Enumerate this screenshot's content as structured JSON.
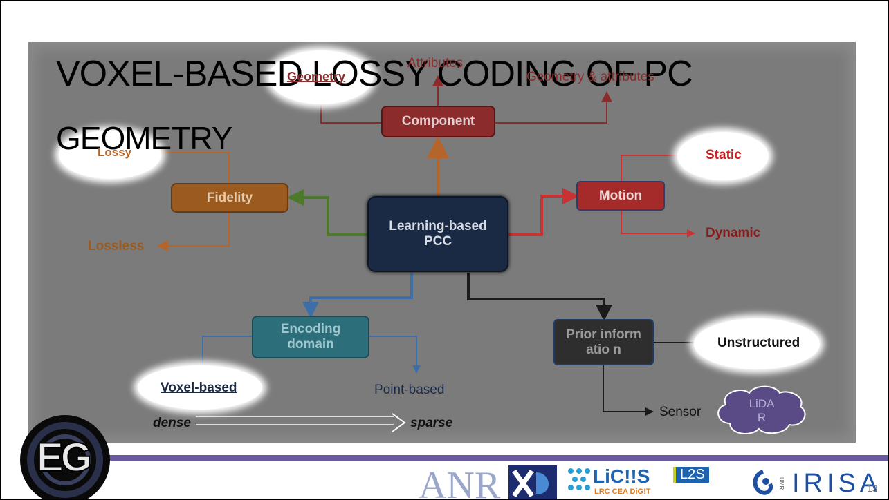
{
  "title_line1": "VOXEL-BASED LOSSY CODING OF PC",
  "title_line2": "GEOMETRY",
  "center": "Learning-based PCC",
  "nodes": {
    "component": "Component",
    "fidelity": "Fidelity",
    "motion": "Motion",
    "encoding": "Encoding domain",
    "prior": "Prior informatio n"
  },
  "leaves": {
    "geometry": "Geometry",
    "attributes": "Attributes",
    "geo_attr": "Geometry & attributes",
    "lossy": "Lossy",
    "lossless": "Lossless",
    "static": "Static",
    "dynamic": "Dynamic",
    "voxel": "Voxel-based",
    "point": "Point-based",
    "unstructured": "Unstructured",
    "sensor": "Sensor",
    "lidar": "LiDA R"
  },
  "scale": {
    "dense": "dense",
    "sparse": "sparse"
  },
  "logos": {
    "eg": "EG",
    "anr": "ANR",
    "licis": "LiC!!S",
    "licis_sub": "LRC CEA DiG!T",
    "l2s": "L2S",
    "irisa": "IRISA",
    "umr": "UMR"
  },
  "page_number": "13",
  "colors": {
    "component": "#8b2b2b",
    "fidelity": "#9b5a1e",
    "motion": "#a52a2a",
    "center": "#1b2a44",
    "encoding": "#2c6f7a",
    "prior": "#2e2e2e",
    "purple": "#6a5aa0"
  }
}
